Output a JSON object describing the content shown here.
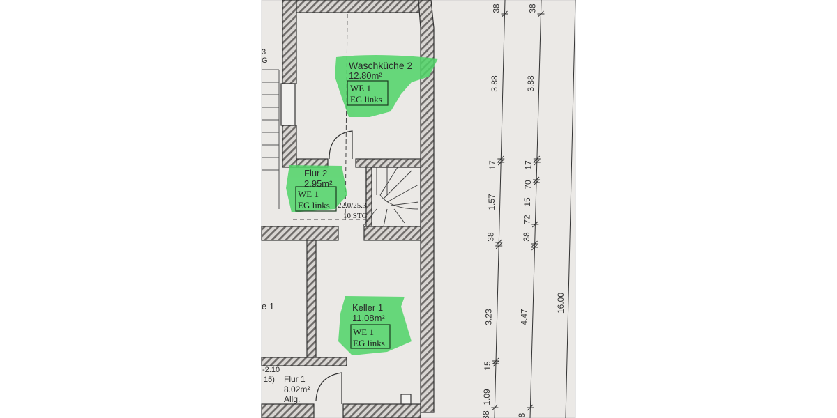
{
  "colors": {
    "paper": "#ebe9e6",
    "wall": "#7a7775",
    "highlight": "#4fd366",
    "line": "#2c2c2c"
  },
  "rooms": [
    {
      "name": "Waschküche 2",
      "area": "12.80m²",
      "unit": "WE 1",
      "floor": "EG links"
    },
    {
      "name": "Flur 2",
      "area": "2.95m²",
      "unit": "WE 1",
      "floor": "EG links"
    },
    {
      "name": "Keller 1",
      "area": "11.08m²",
      "unit": "WE 1",
      "floor": "EG links"
    },
    {
      "name": "Flur 1",
      "area": "8.02m²",
      "note": "Allg."
    }
  ],
  "stair": {
    "ratio": "22.0/25.3",
    "steps": "10 STG"
  },
  "fragments": {
    "left_label": "e 1",
    "level": "-2.10",
    "paren": "15)",
    "top_left_a": "3",
    "top_left_b": "G"
  },
  "dimensions": {
    "line1": [
      "38",
      "3.88",
      "17",
      "1.57",
      "38",
      "3.23",
      "15",
      "1.09",
      "38"
    ],
    "line2": [
      "38",
      "3.88",
      "17",
      "70",
      "15",
      "72",
      "38",
      "4.47",
      "8"
    ],
    "total": "16.00"
  }
}
